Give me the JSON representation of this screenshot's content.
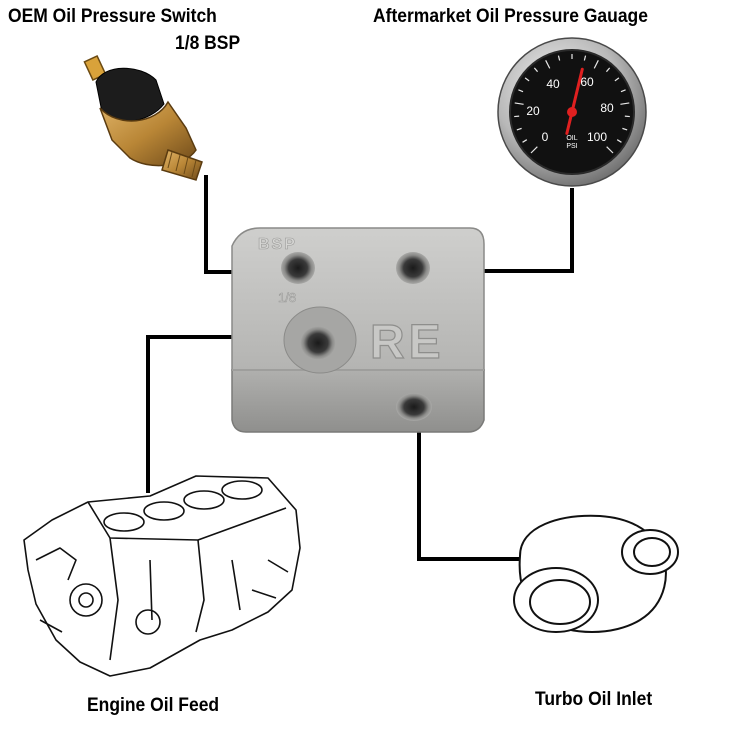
{
  "labels": {
    "switch_line1": "OEM Oil Pressure Switch",
    "switch_line2": "1/8 BSP",
    "gauge": "Aftermarket Oil Pressure Gauage",
    "engine": "Engine Oil Feed",
    "turbo": "Turbo Oil Inlet"
  },
  "block": {
    "engraving_bsp": "BSP",
    "engraving_size": "1/8",
    "logo": "RE"
  },
  "gauge_face": {
    "ticks": [
      "0",
      "20",
      "40",
      "60",
      "80",
      "100"
    ],
    "unit_line1": "OIL",
    "unit_line2": "PSI",
    "reading_psi": 55
  },
  "colors": {
    "connector": "#000000",
    "block": "#b9b9b7",
    "gauge_needle": "#e02020",
    "switch_body": "#b8863a"
  }
}
